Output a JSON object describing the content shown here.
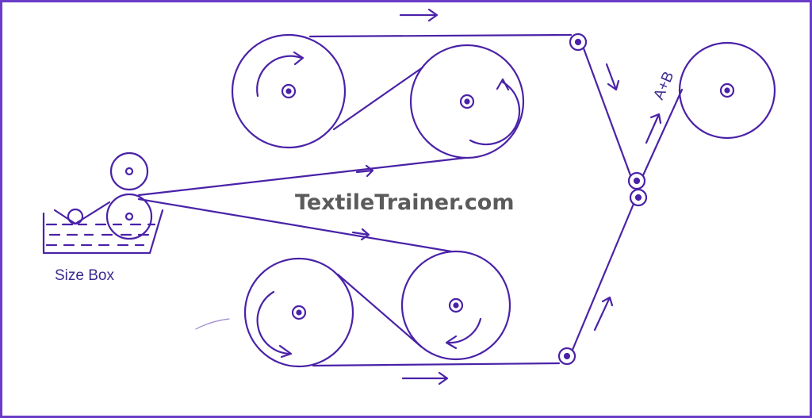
{
  "labels": {
    "size_box": "Size Box",
    "merge": "A+B",
    "watermark": "TextileTrainer.com"
  },
  "colors": {
    "ink": "#4a22a8",
    "frame": "#6a3cc8",
    "watermark": "#5b5b5b"
  }
}
